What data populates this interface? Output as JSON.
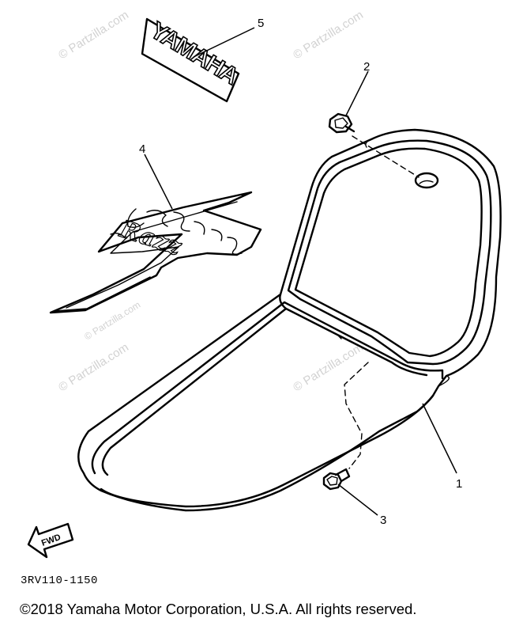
{
  "watermark": "© Partzilla.com",
  "decal_text": "YAMAHA",
  "badge_text": "Razz",
  "fwd_label": "FWD",
  "callouts": [
    "1",
    "2",
    "3",
    "4",
    "5"
  ],
  "part_code": "3RV110-1150",
  "copyright": "©2018 Yamaha Motor Corporation, U.S.A. All rights reserved."
}
